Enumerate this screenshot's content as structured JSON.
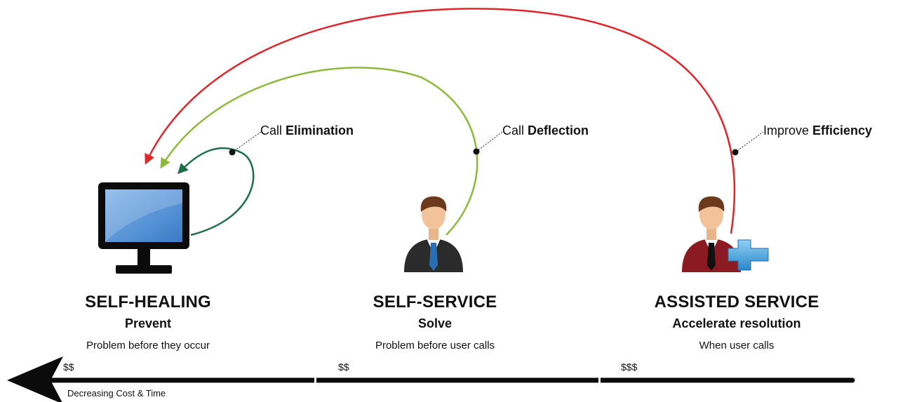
{
  "columns": [
    {
      "title": "SELF-HEALING",
      "subtitle": "Prevent",
      "description": "Problem before they occur"
    },
    {
      "title": "SELF-SERVICE",
      "subtitle": "Solve",
      "description": "Problem before user calls"
    },
    {
      "title": "ASSISTED SERVICE",
      "subtitle": "Accelerate resolution",
      "description": "When user calls"
    }
  ],
  "callouts": [
    {
      "prefix": "Call ",
      "bold": "Elimination"
    },
    {
      "prefix": "Call ",
      "bold": "Deflection"
    },
    {
      "prefix": "Improve ",
      "bold": "Efficiency"
    }
  ],
  "axis": {
    "label": "Decreasing Cost & Time",
    "cost_marks": [
      "$$",
      "$$",
      "$$$"
    ]
  },
  "colors": {
    "elimination_arc": "#1e6e4a",
    "deflection_arc": "#8dba3c",
    "efficiency_arc": "#e0262b",
    "monitor_screen": "#4f8fd6",
    "suit_dark": "#2b2b2b",
    "suit_red": "#8c1a22",
    "plus_icon": "#3a9ad9"
  },
  "icons": [
    "monitor-icon",
    "self-service-person-icon",
    "assisted-service-person-icon",
    "medical-plus-icon",
    "arrow-left-icon"
  ]
}
